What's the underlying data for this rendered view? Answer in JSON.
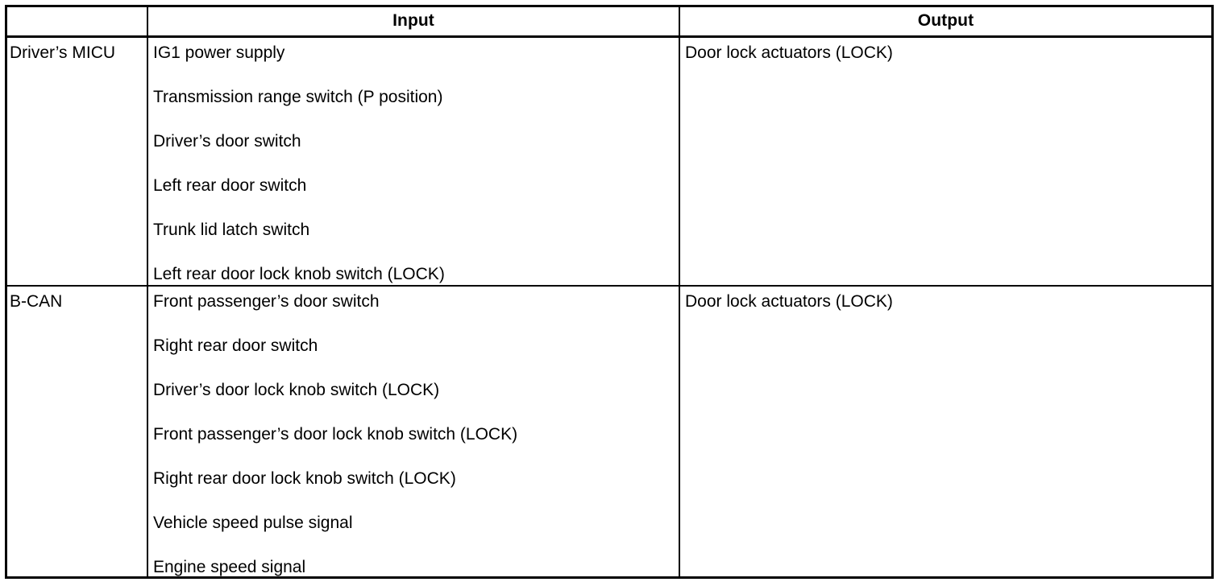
{
  "table": {
    "headers": {
      "source": "",
      "input": "Input",
      "output": "Output"
    },
    "rows": [
      {
        "source": "Driver’s MICU",
        "inputs": [
          "IG1 power supply",
          "Transmission range switch (P position)",
          "Driver’s door switch",
          "Left rear door switch",
          "Trunk lid latch switch",
          "Left rear door lock knob switch (LOCK)"
        ],
        "outputs": [
          "Door lock actuators (LOCK)"
        ]
      },
      {
        "source": "B-CAN",
        "inputs": [
          "Front passenger’s door switch",
          "Right rear door switch",
          "Driver’s door lock knob switch (LOCK)",
          "Front passenger’s door lock knob switch (LOCK)",
          "Right rear door lock knob switch (LOCK)",
          "Vehicle speed pulse signal",
          "Engine speed signal"
        ],
        "outputs": [
          "Door lock actuators (LOCK)"
        ]
      }
    ]
  },
  "colors": {
    "border": "#000000",
    "text": "#000000",
    "background": "#ffffff"
  }
}
